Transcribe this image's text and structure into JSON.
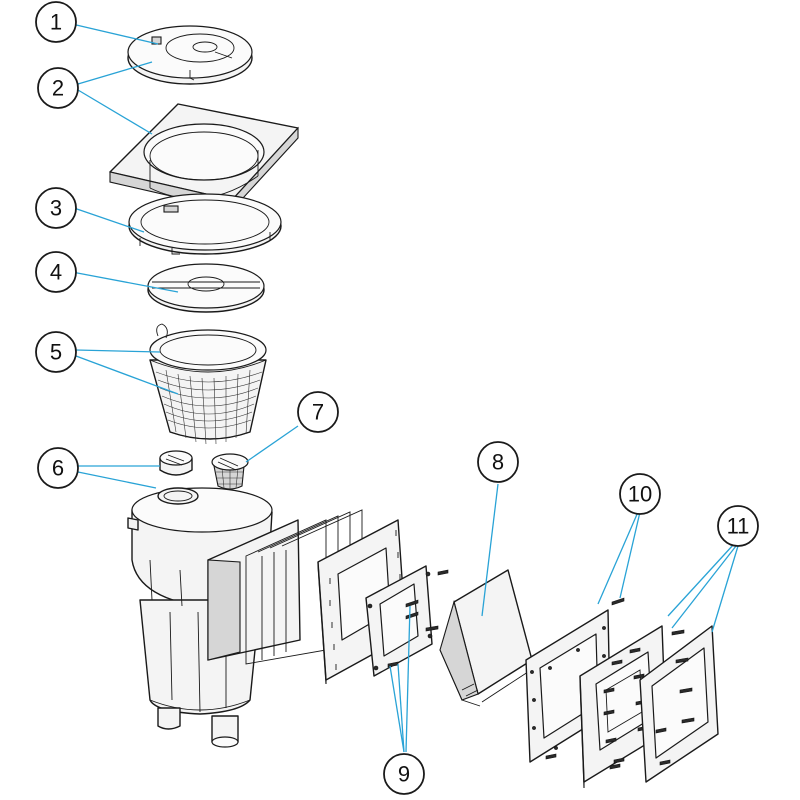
{
  "callouts": [
    {
      "id": "1",
      "label": "1"
    },
    {
      "id": "2",
      "label": "2"
    },
    {
      "id": "3",
      "label": "3"
    },
    {
      "id": "4",
      "label": "4"
    },
    {
      "id": "5",
      "label": "5"
    },
    {
      "id": "6",
      "label": "6"
    },
    {
      "id": "7",
      "label": "7"
    },
    {
      "id": "8",
      "label": "8"
    },
    {
      "id": "9",
      "label": "9"
    },
    {
      "id": "10",
      "label": "10"
    },
    {
      "id": "11",
      "label": "11"
    }
  ],
  "colors": {
    "leader": "#29a3d6",
    "outline": "#1a1a1a",
    "fill": "#f4f4f4"
  }
}
